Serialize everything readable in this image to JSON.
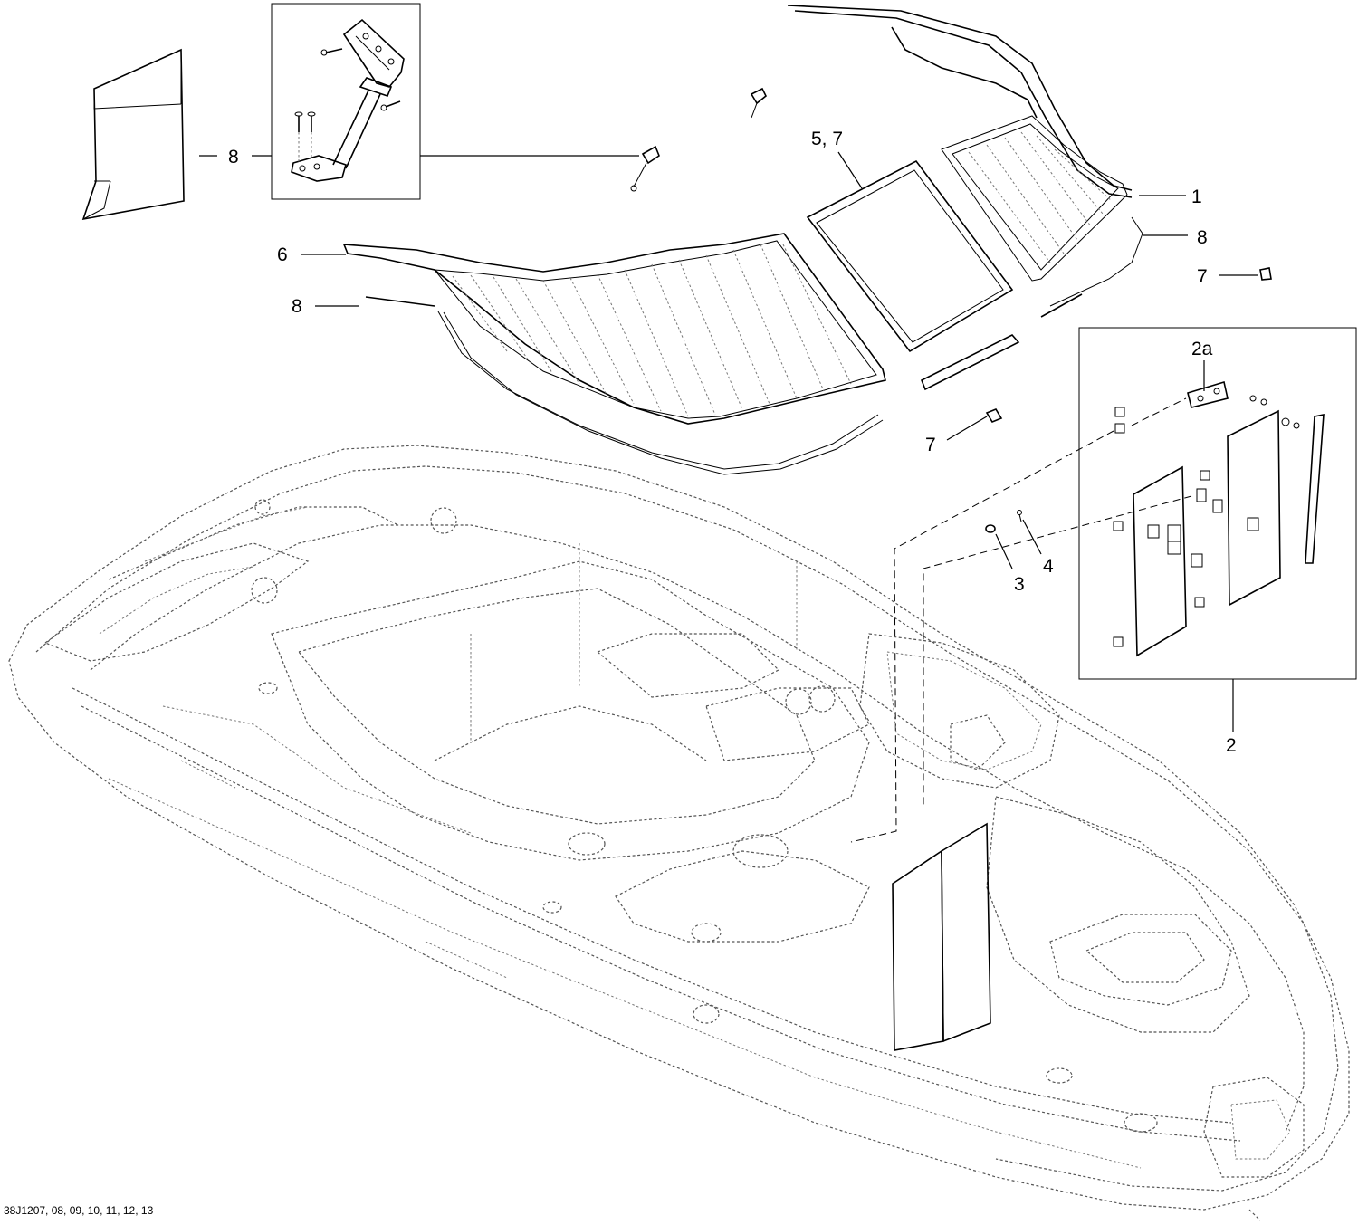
{
  "diagram": {
    "callouts": {
      "c1": "1",
      "c8_right": "8",
      "c7_right": "7",
      "c57": "5, 7",
      "c6": "6",
      "c8_left_bag": "8",
      "c8_left_low": "8",
      "c7_mid": "7",
      "c2a": "2a",
      "c3": "3",
      "c4": "4",
      "c2": "2"
    },
    "reference_code": "38J1207, 08, 09, 10, 11, 12, 13"
  }
}
